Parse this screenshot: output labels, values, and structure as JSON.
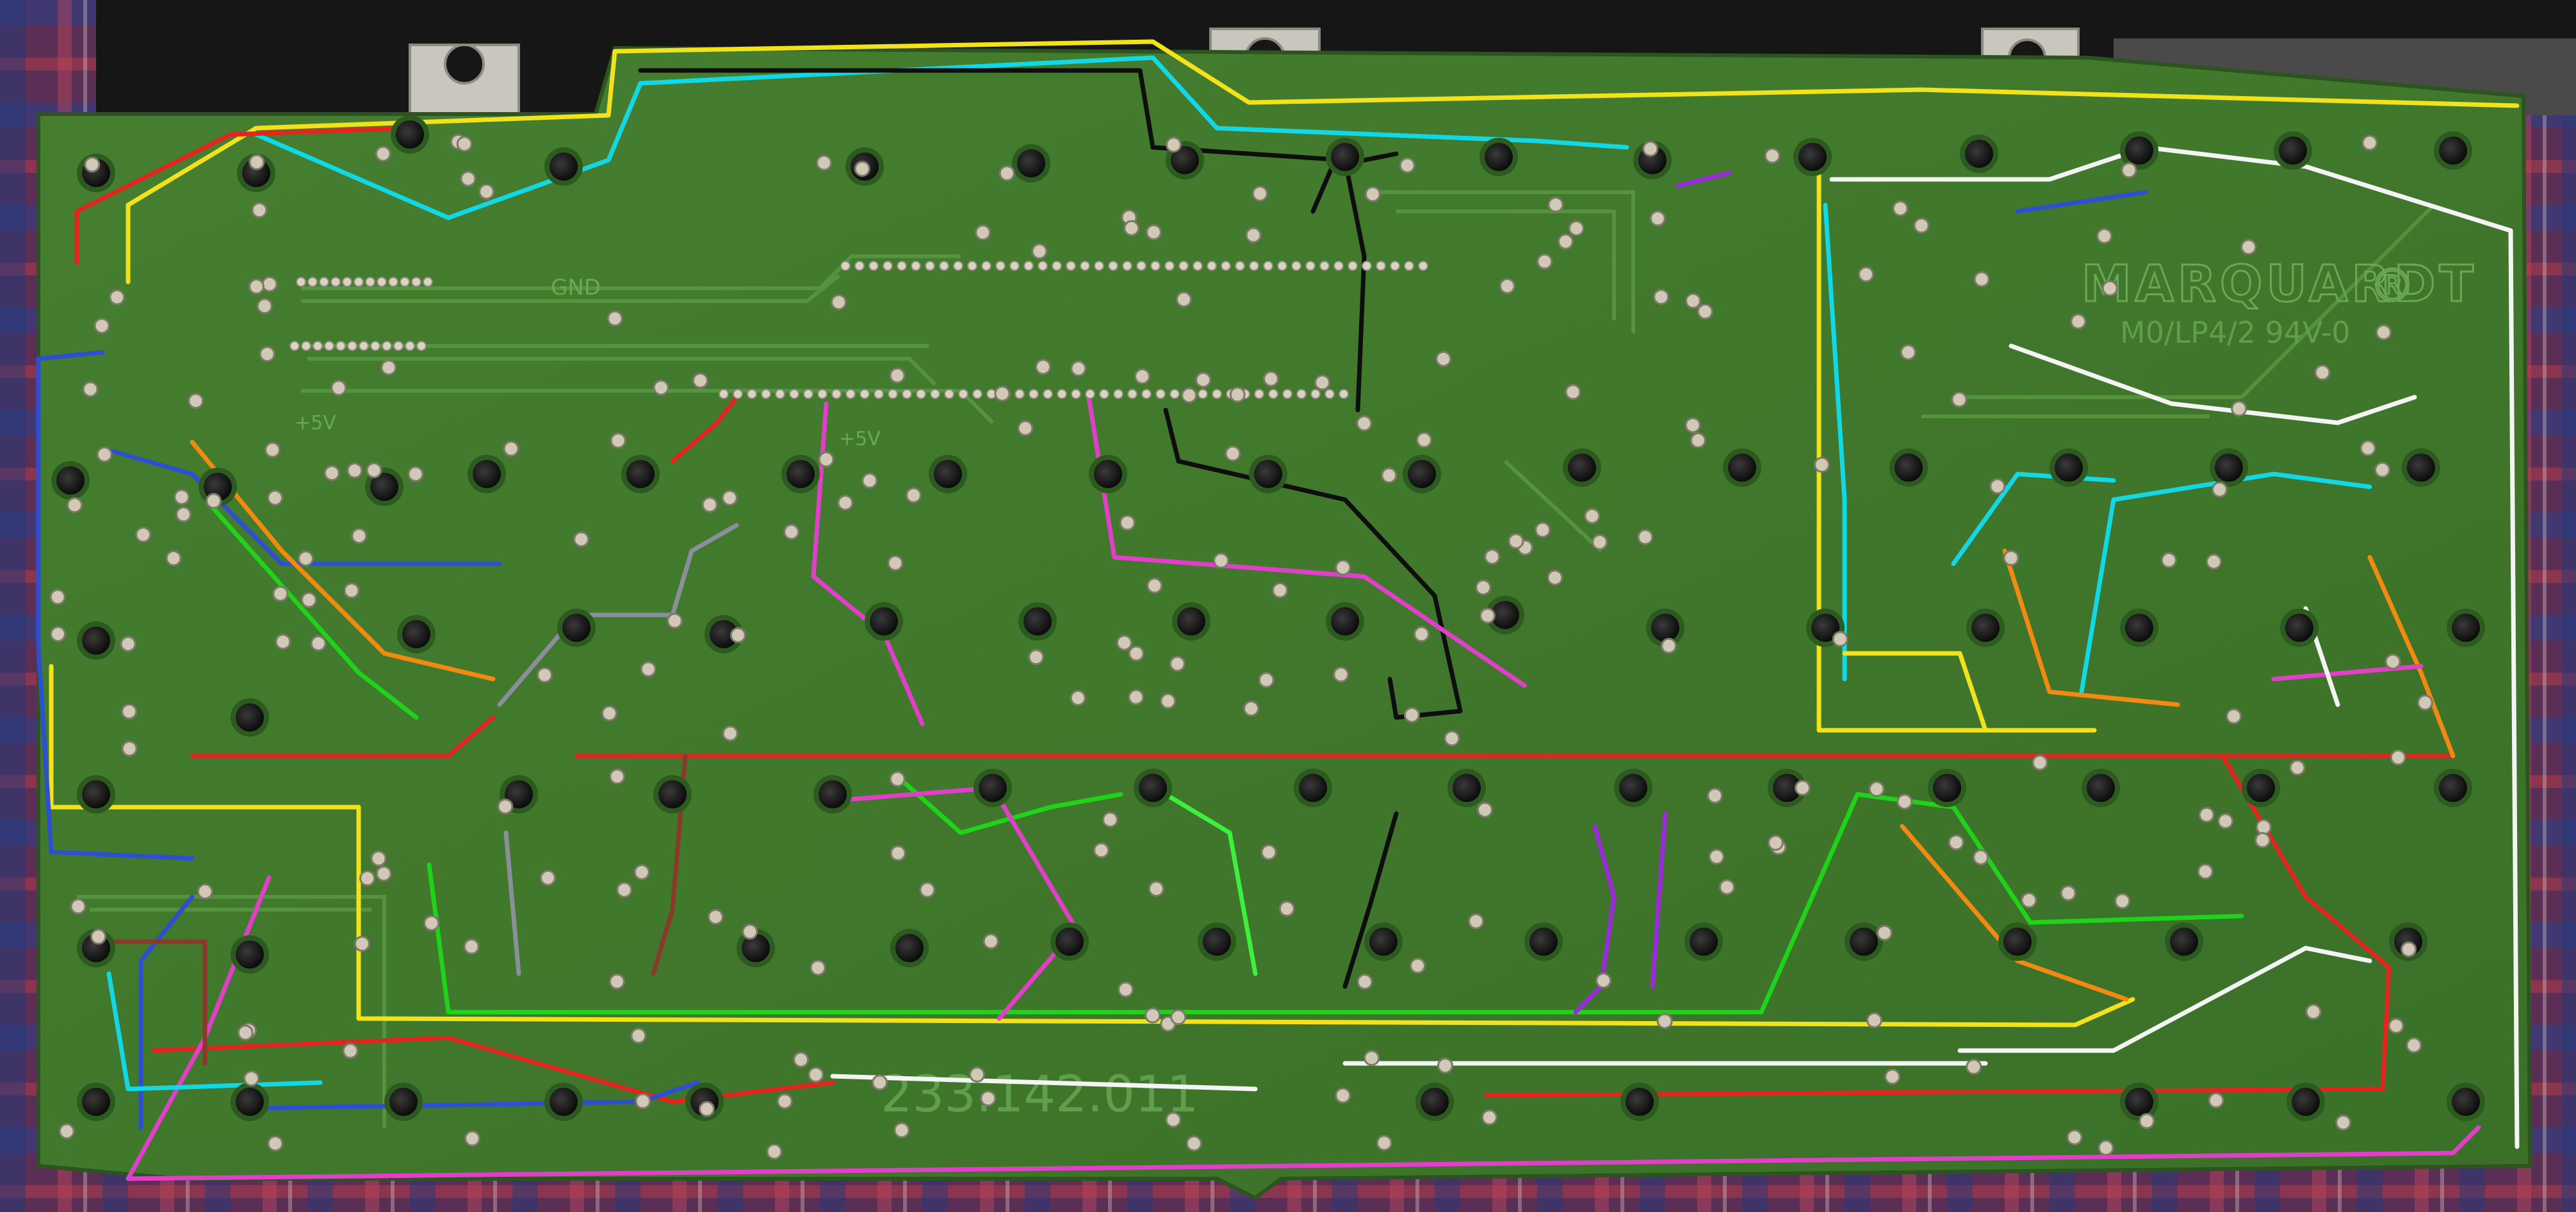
{
  "board": {
    "brand": "MARQUARDT",
    "brand_mark": "®",
    "part_code": "M0/LP4/2 94V-0",
    "serial": "233.142.011",
    "label_gnd": "GND",
    "label_5v_left": "+5V",
    "label_5v_center": "+5V"
  },
  "colors": {
    "pcb": "#3f7a2c",
    "pcb_dark": "#2f5f22",
    "copper_trace": "#4f8e3a",
    "fabric": "#6a3c62",
    "case": "#1b1b1b",
    "pad": "#c8c4b4",
    "switch": "#151515"
  },
  "wire_colors": [
    "yellow",
    "cyan",
    "red",
    "black",
    "white",
    "blue",
    "orange",
    "green",
    "magenta",
    "purple",
    "gray",
    "brown",
    "lime"
  ]
}
